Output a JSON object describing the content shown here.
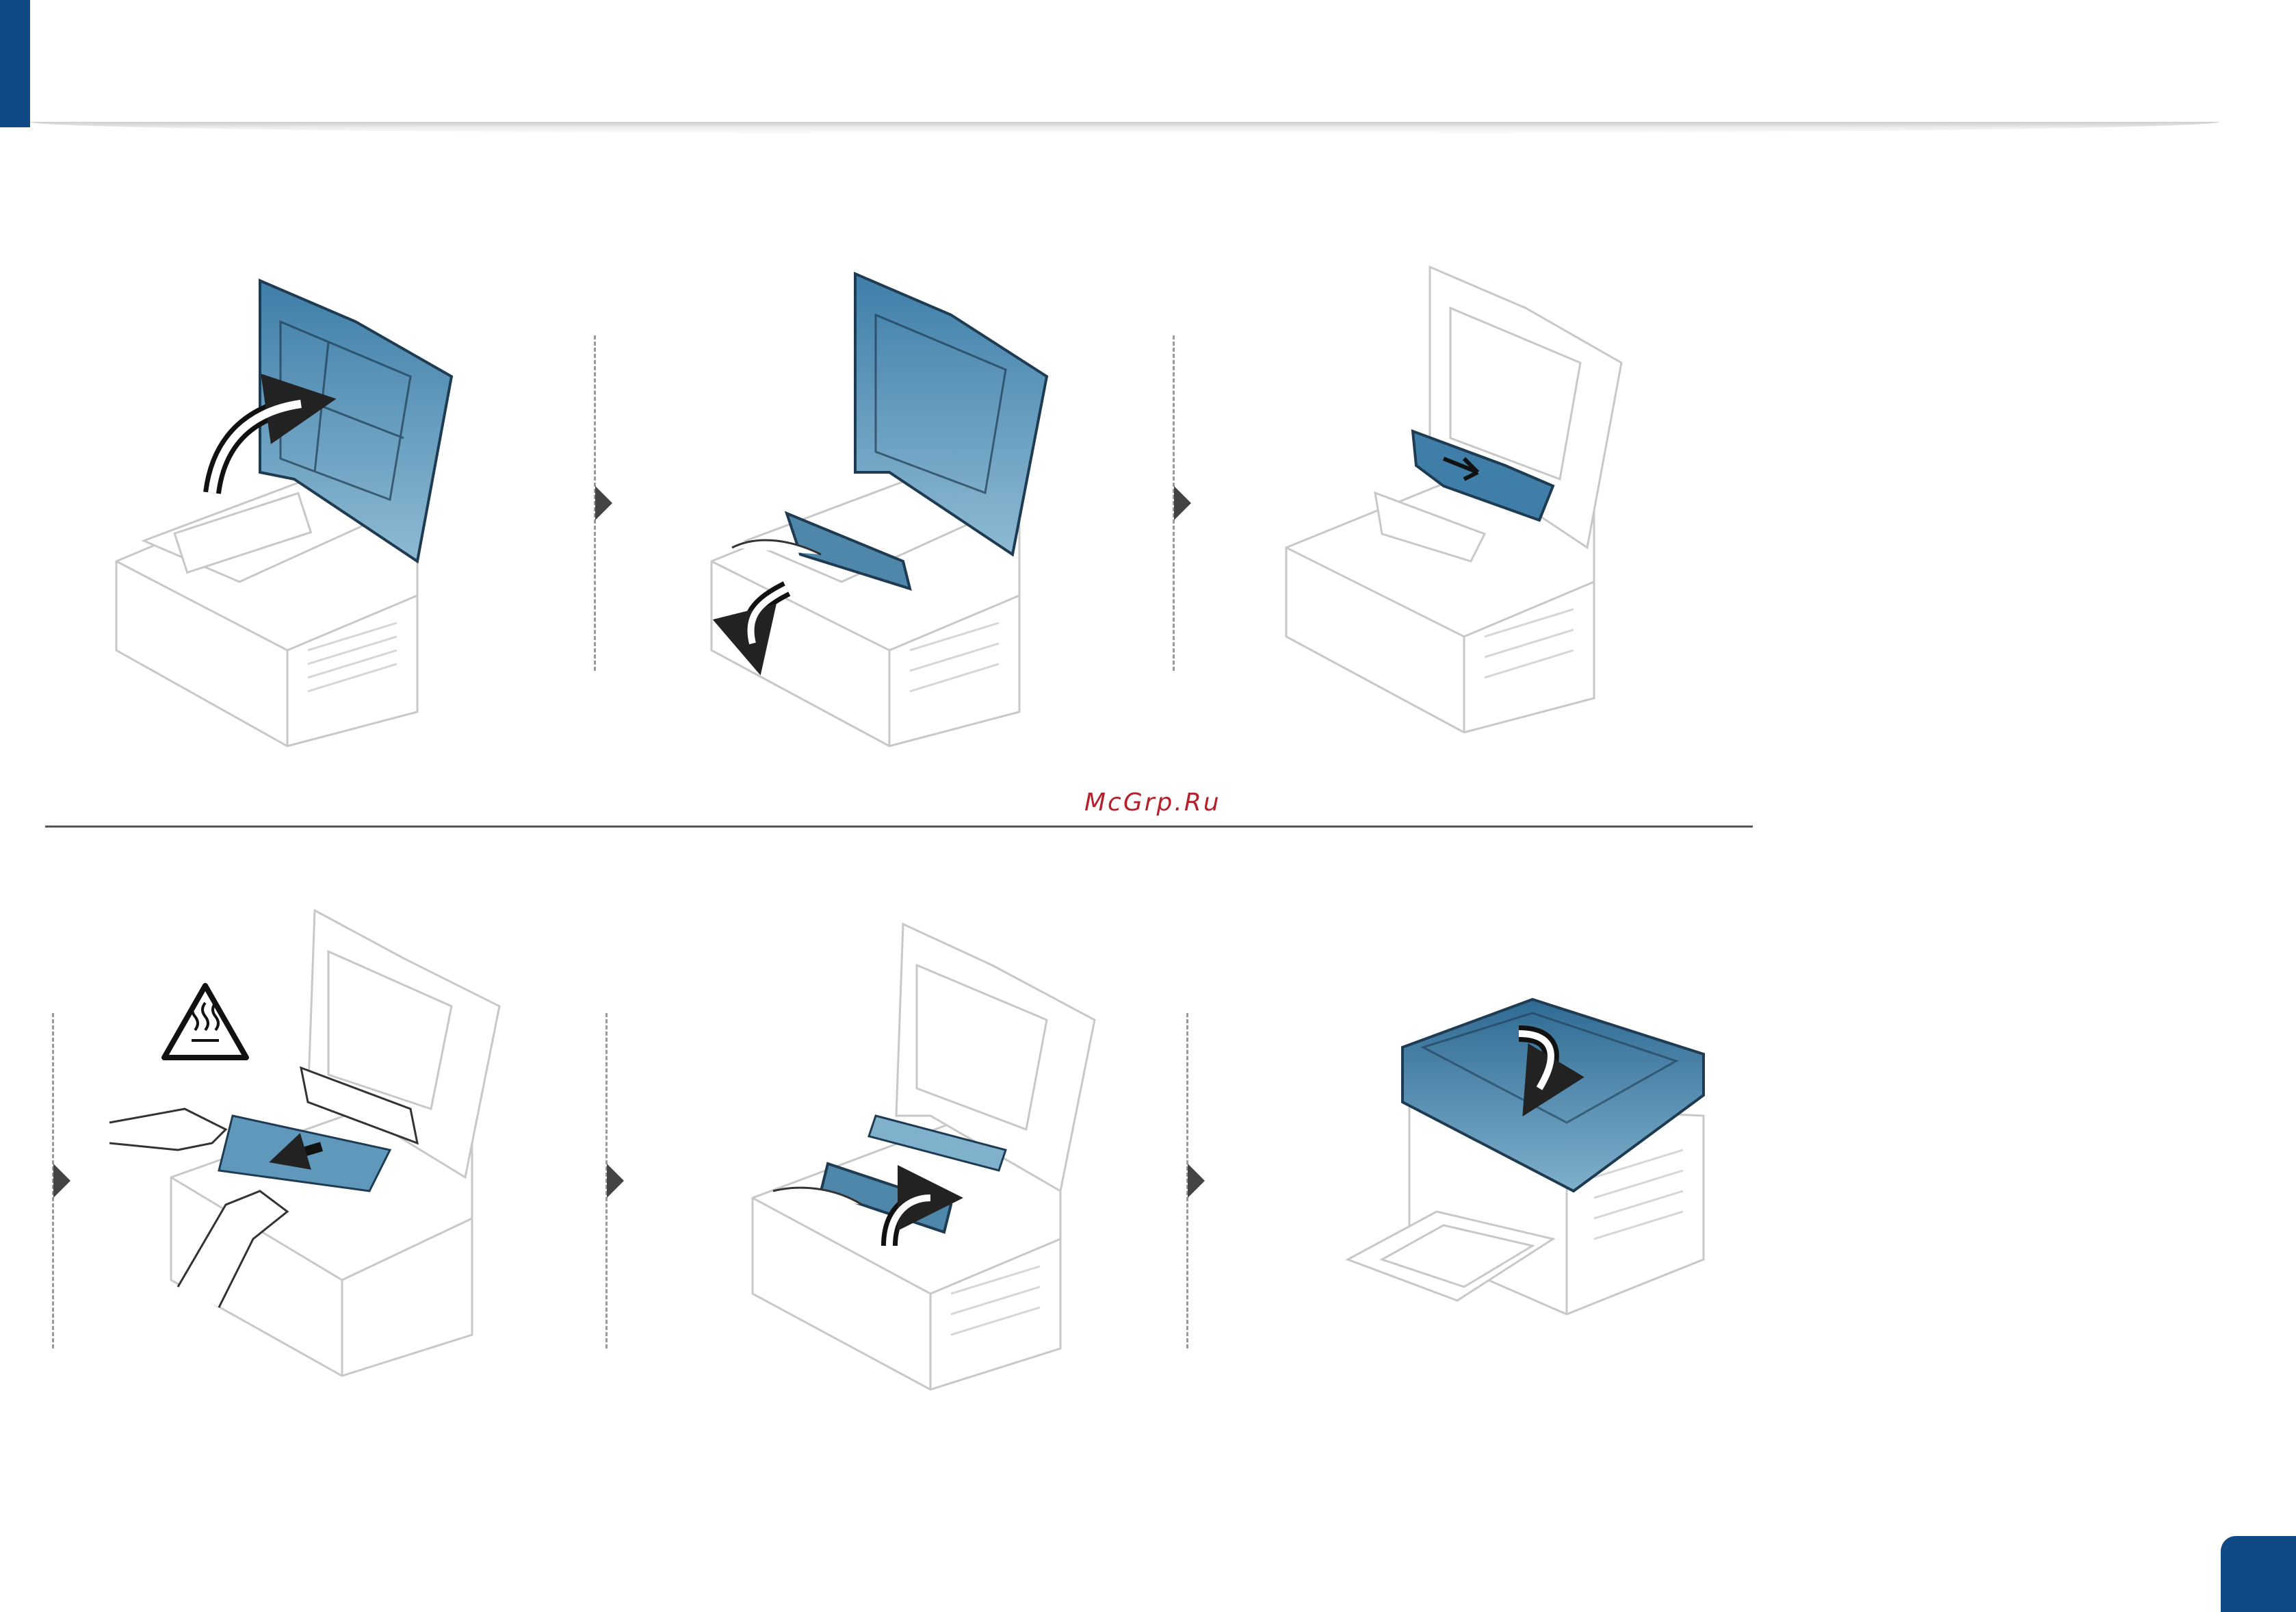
{
  "watermark": "McGrp.Ru",
  "colors": {
    "brand_blue": "#0f4a86",
    "panel_blue": "#2d6f9a",
    "panel_blue_light": "#7fb0cc",
    "outline_grey": "#c8c8c8",
    "watermark_red": "#b5212b"
  },
  "steps_top": [
    {
      "name": "open-top-cover",
      "icon": "curved-arrow-up-icon"
    },
    {
      "name": "remove-toner-cartridge",
      "icon": "curved-arrow-down-icon"
    },
    {
      "name": "lift-jam-guide",
      "icon": "pinch-arrows-icon"
    }
  ],
  "steps_bottom": [
    {
      "name": "pull-out-jammed-paper",
      "icon": "hot-surface-warning-icon"
    },
    {
      "name": "reinsert-toner-cartridge",
      "icon": "curved-arrow-up-icon"
    },
    {
      "name": "close-top-cover",
      "icon": "curved-arrow-down-icon"
    }
  ]
}
